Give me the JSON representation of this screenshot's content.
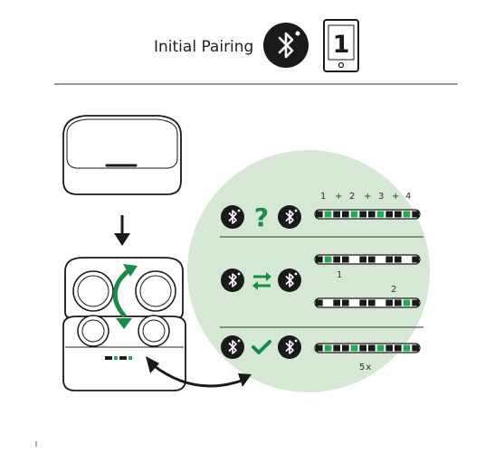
{
  "header": {
    "title": "Initial Pairing",
    "step_number": "1"
  },
  "panel": {
    "row1": {
      "sequence": [
        "1",
        "+",
        "2",
        "+",
        "3",
        "+",
        "4"
      ]
    },
    "row2": {
      "pattern1_label": "1",
      "pattern2_label": "2"
    },
    "row3": {
      "repeat_label": "5x"
    }
  },
  "icons": [
    "bluetooth-icon",
    "phone-icon",
    "question-mark-icon",
    "swap-arrows-icon",
    "check-icon",
    "down-arrow-icon",
    "rotate-arrow-icon",
    "curved-arrow-icon"
  ],
  "colors": {
    "accent_green": "#1a8a4a",
    "panel_bg": "#d5e8d4",
    "led_green": "#22aa55",
    "ink": "#1a1a1a"
  }
}
